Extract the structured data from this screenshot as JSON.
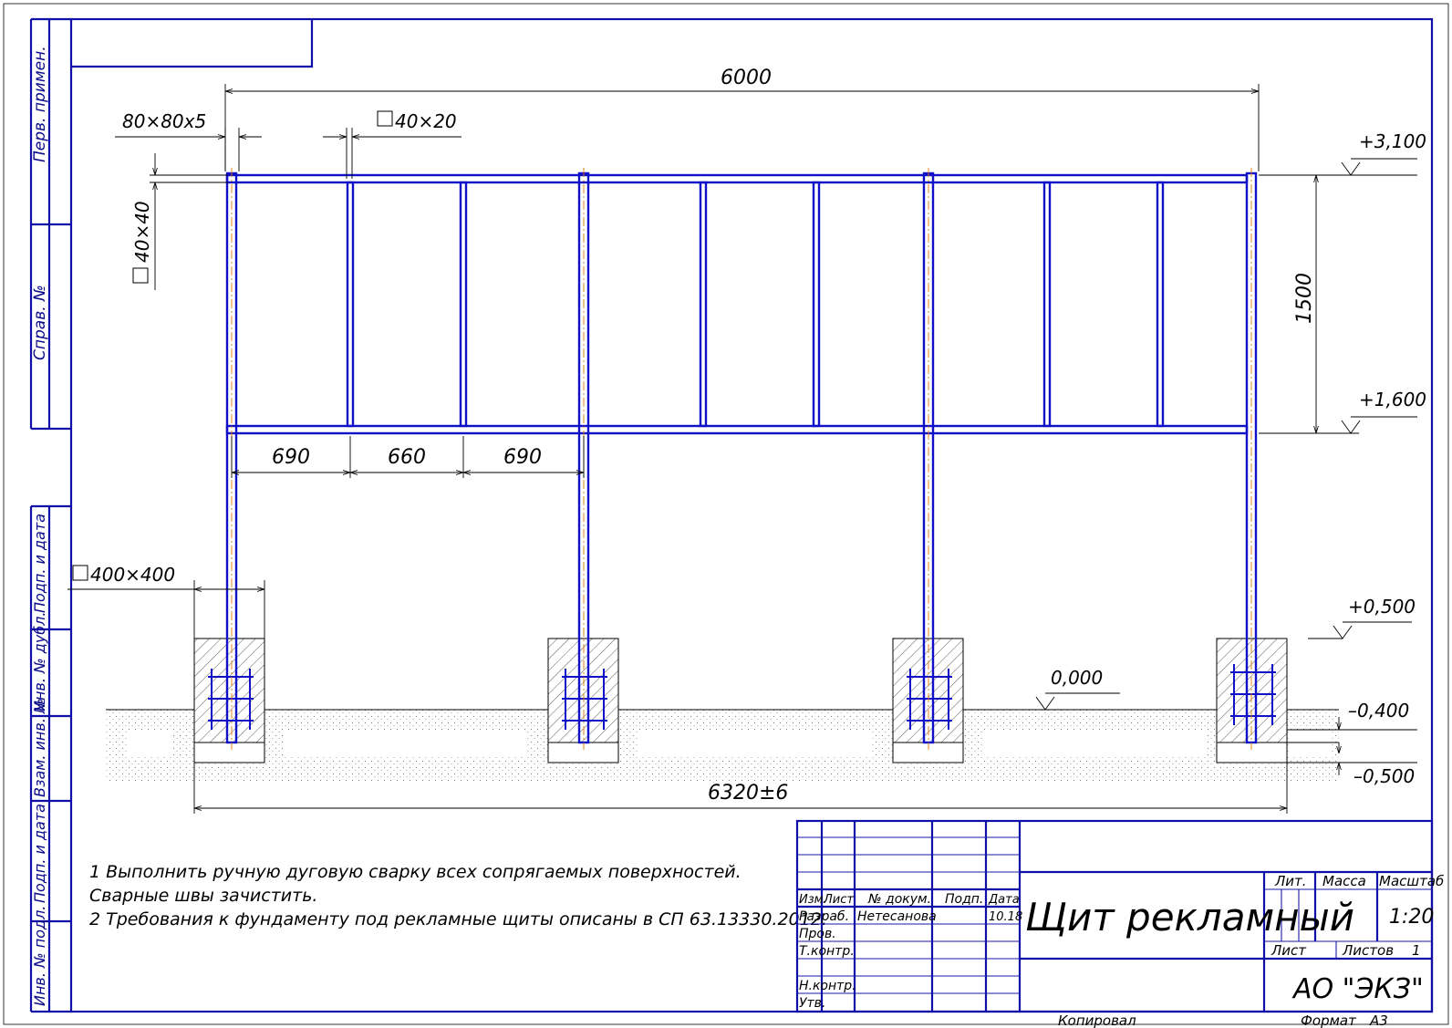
{
  "side_stamps": [
    "Перв. примен.",
    "Справ. №",
    "Подп. и дата",
    "Инв. № дубл.",
    "Взам. инв. №",
    "Подп. и дата",
    "Инв. № подл."
  ],
  "dimensions": {
    "total_length": "6000",
    "post_section": "80×80х5",
    "rail_section": "40×20",
    "top_rail_section": "40×40",
    "panel_height": "1500",
    "span_1": "690",
    "span_2": "660",
    "span_3": "690",
    "foundation_size": "400×400",
    "overall_length": "6320±6"
  },
  "levels": {
    "top": "+3,100",
    "panel_bottom": "+1,600",
    "foundation_top": "+0,500",
    "ground": "0,000",
    "level_1": "–0,400",
    "level_2": "–0,500"
  },
  "notes": [
    "1 Выполнить ручную дуговую сварку всех сопрягаемых поверхностей.",
    "Сварные швы зачистить.",
    "2 Требования к фундаменту под рекламные щиты описаны в СП 63.13330.2012."
  ],
  "title_block": {
    "headers": {
      "izm": "Изм.",
      "list": "Лист",
      "doc": "№ докум.",
      "sign": "Подп.",
      "date": "Дата"
    },
    "roles": {
      "developer": "Разраб.",
      "checked": "Пров.",
      "tech_control": "Т.контр.",
      "norm_control": "Н.контр.",
      "approved": "Утв."
    },
    "developer_name": "Нетесанова",
    "developer_date": "10.18",
    "title": "Щит рекламный",
    "lit_label": "Лит.",
    "mass_label": "Масса",
    "scale_label": "Масштаб",
    "scale": "1:20",
    "sheet_label": "Лист",
    "sheets_label": "Листов",
    "sheets_count": "1",
    "company": "АО \"ЭКЗ\"",
    "copied_label": "Копировал",
    "format_label": "Формат",
    "format_value": "А3"
  }
}
